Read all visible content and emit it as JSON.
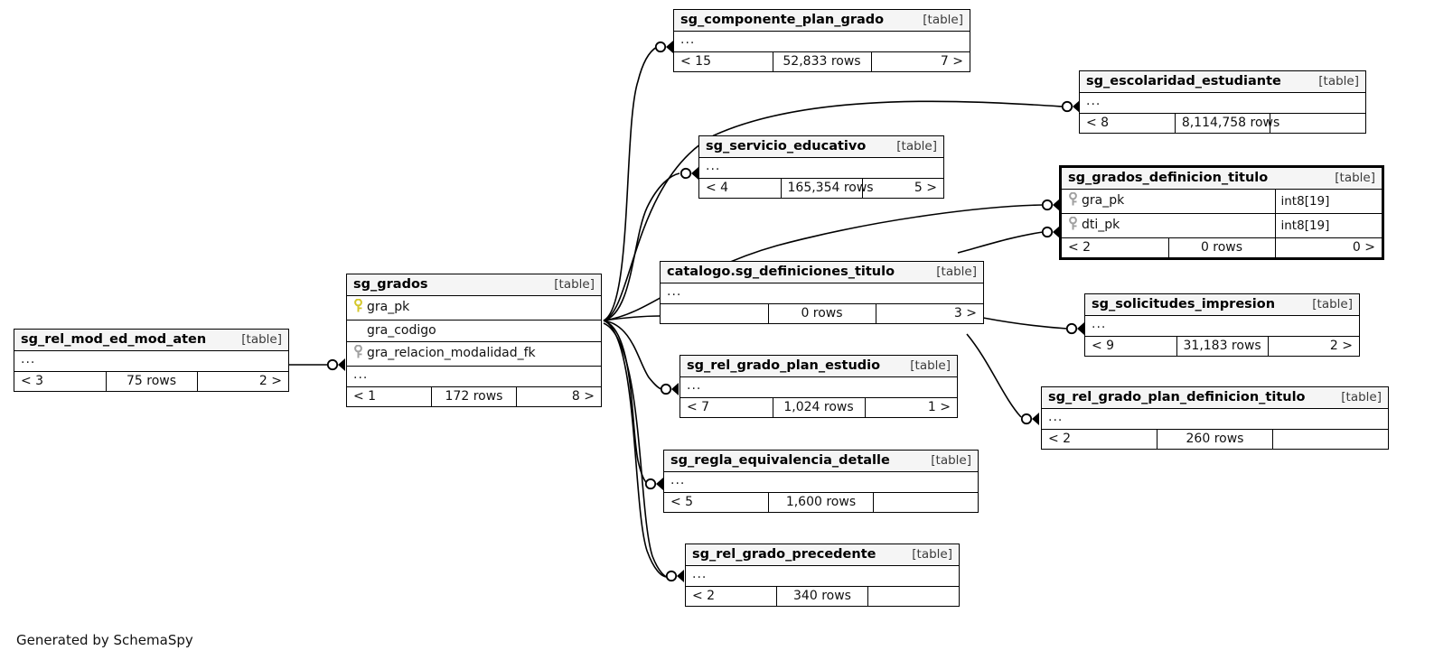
{
  "diagram": {
    "credit": "Generated by SchemaSpy",
    "table_tag": "[table]",
    "ellipsis": "...",
    "colors": {
      "header_bg": "#f5f5f5",
      "border": "#000000",
      "pk_key": "#d4c72a",
      "fk_key": "#a0a0a0",
      "background": "#ffffff"
    }
  },
  "tables": [
    {
      "id": "sg_componente_plan_grado",
      "name": "sg_componente_plan_grado",
      "tag": "[table]",
      "columns": [],
      "has_ellipsis": true,
      "footer": {
        "left": "< 15",
        "center": "52,833 rows",
        "right": "7 >"
      },
      "focus": false
    },
    {
      "id": "sg_escolaridad_estudiante",
      "name": "sg_escolaridad_estudiante",
      "tag": "[table]",
      "columns": [],
      "has_ellipsis": true,
      "footer": {
        "left": "< 8",
        "center": "8,114,758 rows",
        "right": ""
      },
      "focus": false
    },
    {
      "id": "sg_servicio_educativo",
      "name": "sg_servicio_educativo",
      "tag": "[table]",
      "columns": [],
      "has_ellipsis": true,
      "footer": {
        "left": "< 4",
        "center": "165,354 rows",
        "right": "5 >"
      },
      "focus": false
    },
    {
      "id": "sg_grados_definicion_titulo",
      "name": "sg_grados_definicion_titulo",
      "tag": "[table]",
      "columns": [
        {
          "name": "gra_pk",
          "key": "fk",
          "type": "int8[19]"
        },
        {
          "name": "dti_pk",
          "key": "fk",
          "type": "int8[19]"
        }
      ],
      "has_ellipsis": false,
      "footer": {
        "left": "< 2",
        "center": "0 rows",
        "right": "0 >"
      },
      "focus": true
    },
    {
      "id": "sg_grados",
      "name": "sg_grados",
      "tag": "[table]",
      "columns": [
        {
          "name": "gra_pk",
          "key": "pk",
          "type": ""
        },
        {
          "name": "gra_codigo",
          "key": "none",
          "type": ""
        },
        {
          "name": "gra_relacion_modalidad_fk",
          "key": "fk",
          "type": ""
        }
      ],
      "has_ellipsis": true,
      "footer": {
        "left": "< 1",
        "center": "172 rows",
        "right": "8 >"
      },
      "focus": false
    },
    {
      "id": "catalogo_sg_definiciones_titulo",
      "name": "catalogo.sg_definiciones_titulo",
      "tag": "[table]",
      "columns": [],
      "has_ellipsis": true,
      "footer": {
        "left": "",
        "center": "0 rows",
        "right": "3 >"
      },
      "focus": false
    },
    {
      "id": "sg_solicitudes_impresion",
      "name": "sg_solicitudes_impresion",
      "tag": "[table]",
      "columns": [],
      "has_ellipsis": true,
      "footer": {
        "left": "< 9",
        "center": "31,183 rows",
        "right": "2 >"
      },
      "focus": false
    },
    {
      "id": "sg_rel_mod_ed_mod_aten",
      "name": "sg_rel_mod_ed_mod_aten",
      "tag": "[table]",
      "columns": [],
      "has_ellipsis": true,
      "footer": {
        "left": "< 3",
        "center": "75 rows",
        "right": "2 >"
      },
      "focus": false
    },
    {
      "id": "sg_rel_grado_plan_estudio",
      "name": "sg_rel_grado_plan_estudio",
      "tag": "[table]",
      "columns": [],
      "has_ellipsis": true,
      "footer": {
        "left": "< 7",
        "center": "1,024 rows",
        "right": "1 >"
      },
      "focus": false
    },
    {
      "id": "sg_rel_grado_plan_definicion_titulo",
      "name": "sg_rel_grado_plan_definicion_titulo",
      "tag": "[table]",
      "columns": [],
      "has_ellipsis": true,
      "footer": {
        "left": "< 2",
        "center": "260 rows",
        "right": ""
      },
      "focus": false
    },
    {
      "id": "sg_regla_equivalencia_detalle",
      "name": "sg_regla_equivalencia_detalle",
      "tag": "[table]",
      "columns": [],
      "has_ellipsis": true,
      "footer": {
        "left": "< 5",
        "center": "1,600 rows",
        "right": ""
      },
      "focus": false
    },
    {
      "id": "sg_rel_grado_precedente",
      "name": "sg_rel_grado_precedente",
      "tag": "[table]",
      "columns": [],
      "has_ellipsis": true,
      "footer": {
        "left": "< 2",
        "center": "340 rows",
        "right": ""
      },
      "focus": false
    }
  ]
}
